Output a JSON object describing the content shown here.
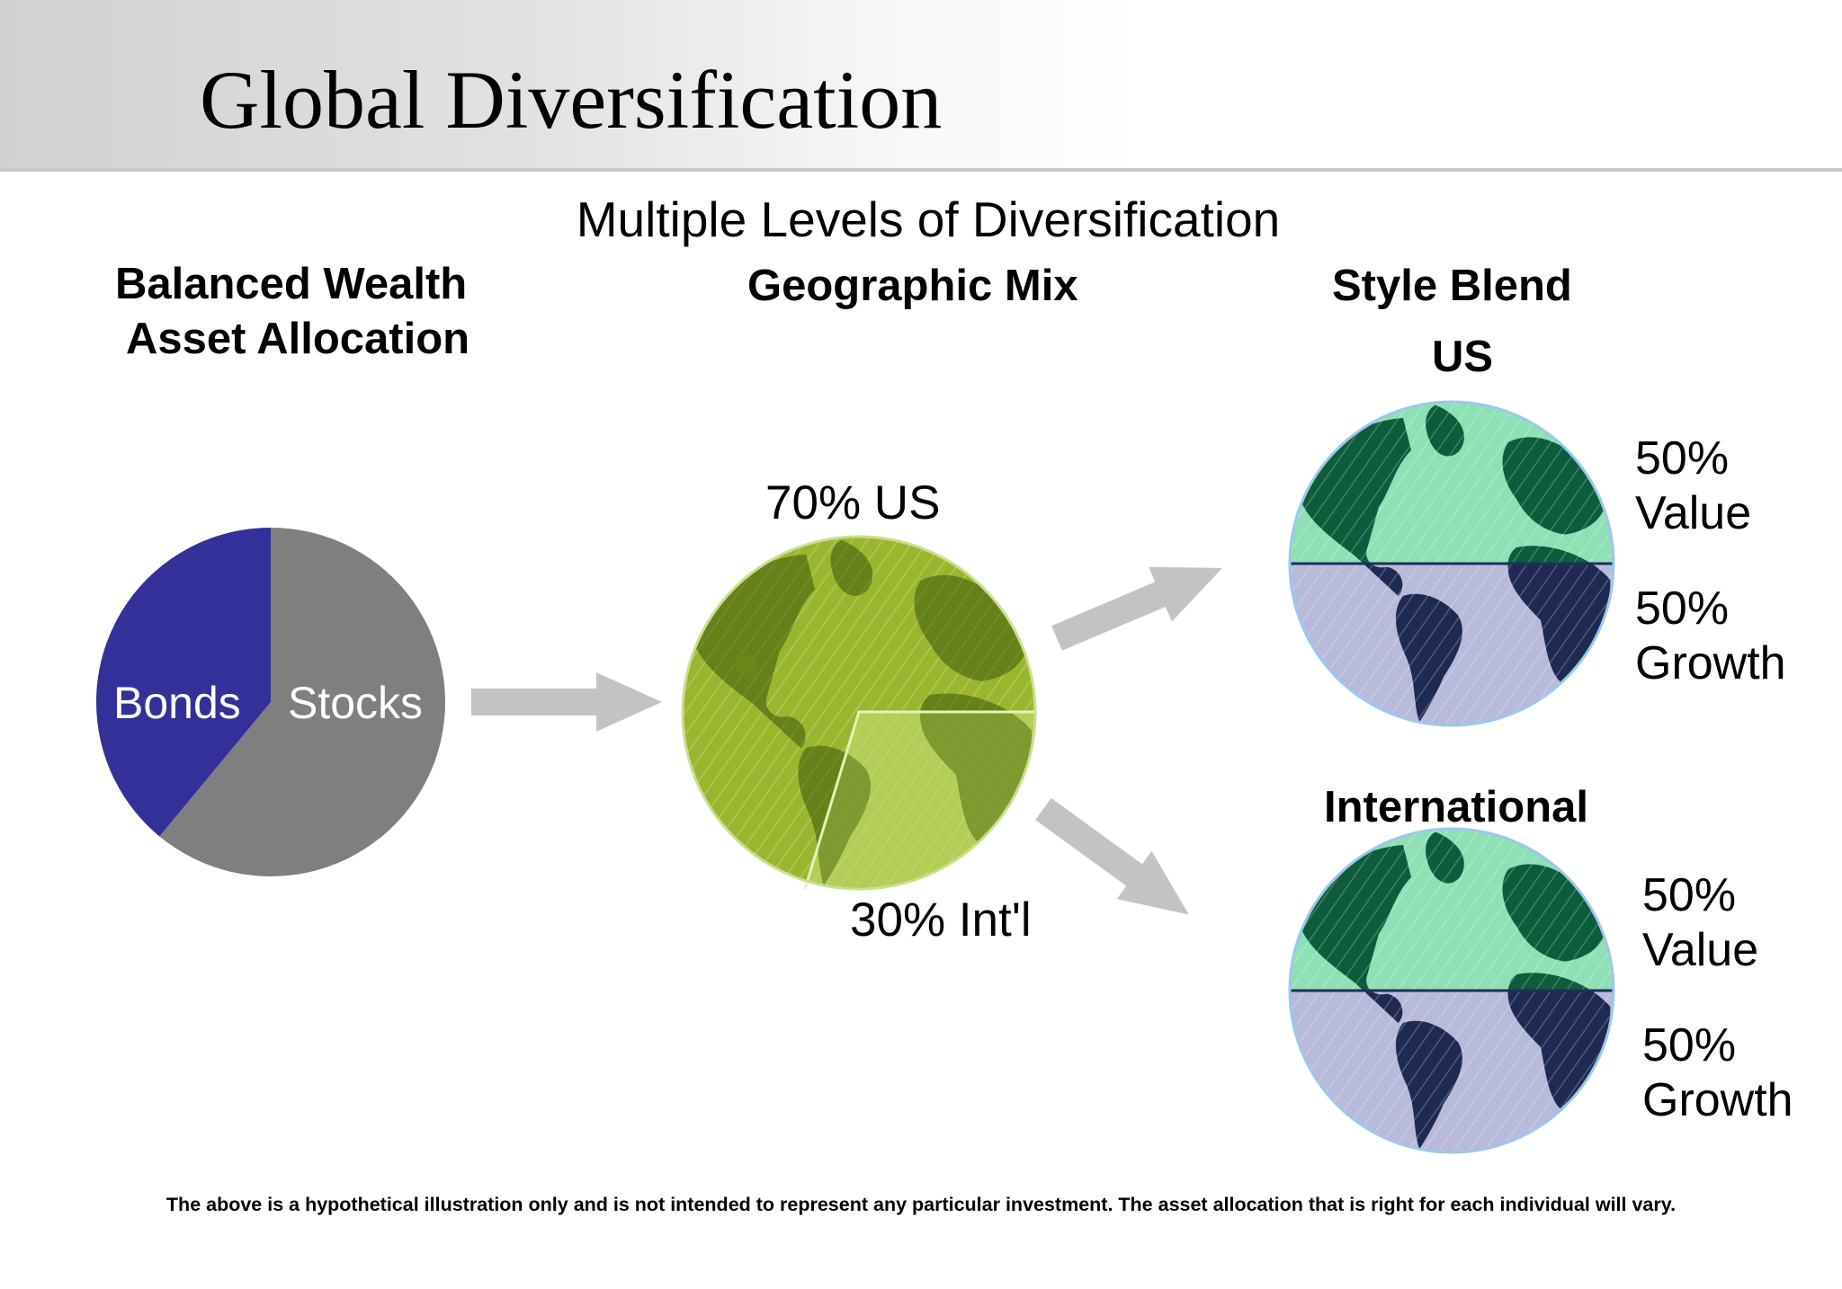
{
  "title": "Global Diversification",
  "subtitle": "Multiple Levels of Diversification",
  "columns": {
    "allocation": {
      "heading_line1": "Balanced Wealth",
      "heading_line2": "Asset Allocation",
      "pie": {
        "slices": [
          {
            "label": "Stocks",
            "share": 0.61,
            "color": "#807f80"
          },
          {
            "label": "Bonds",
            "share": 0.39,
            "color": "#34309a"
          }
        ]
      }
    },
    "geographic": {
      "heading": "Geographic Mix",
      "us_label": "70% US",
      "intl_label": "30% Int'l",
      "globe_color": "#9bb62e"
    },
    "style": {
      "heading": "Style Blend",
      "us_heading": "US",
      "intl_heading": "International",
      "us_value_pct": "50%",
      "us_value_label": "Value",
      "us_growth_pct": "50%",
      "us_growth_label": "Growth",
      "intl_value_pct": "50%",
      "intl_value_label": "Value",
      "intl_growth_pct": "50%",
      "intl_growth_label": "Growth",
      "value_color": "#8fe0b4",
      "growth_color": "#b8bad9"
    }
  },
  "disclaimer": "The above is a hypothetical illustration only and is not intended to represent any particular investment. The asset allocation that is right for each individual will vary."
}
